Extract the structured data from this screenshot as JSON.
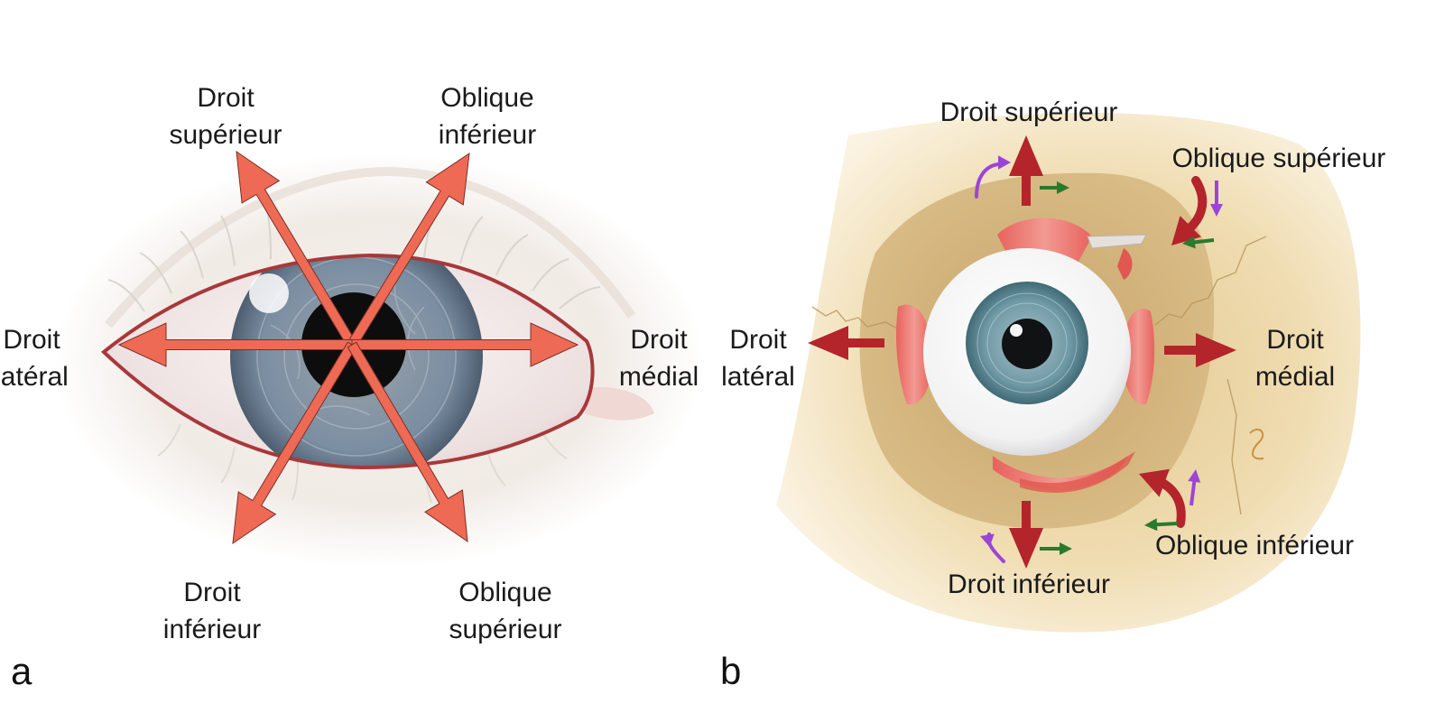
{
  "panel_a": {
    "letter": "a",
    "labels": {
      "droit_superieur": "Droit\nsupérieur",
      "oblique_inferieur": "Oblique\ninférieur",
      "droit_lateral": "Droit\nlatéral",
      "droit_medial": "Droit\nmédial",
      "droit_inferieur": "Droit\ninférieur",
      "oblique_superieur": "Oblique\nsupérieur"
    }
  },
  "panel_b": {
    "letter": "b",
    "labels": {
      "droit_superieur": "Droit supérieur",
      "oblique_superieur": "Oblique supérieur",
      "droit_lateral": "Droit\nlatéral",
      "droit_medial": "Droit\nmédial",
      "oblique_inferieur": "Oblique inférieur",
      "droit_inferieur": "Droit inférieur"
    }
  },
  "colors": {
    "arrow_a": "#ee6a55",
    "arrow_b": "#b3242b",
    "purple_arrow": "#9b45d6",
    "green_arrow": "#2a7a2c",
    "bone": "#efdcb0",
    "iris_a": "#7d8fa4",
    "iris_b": "#6f99a5"
  }
}
